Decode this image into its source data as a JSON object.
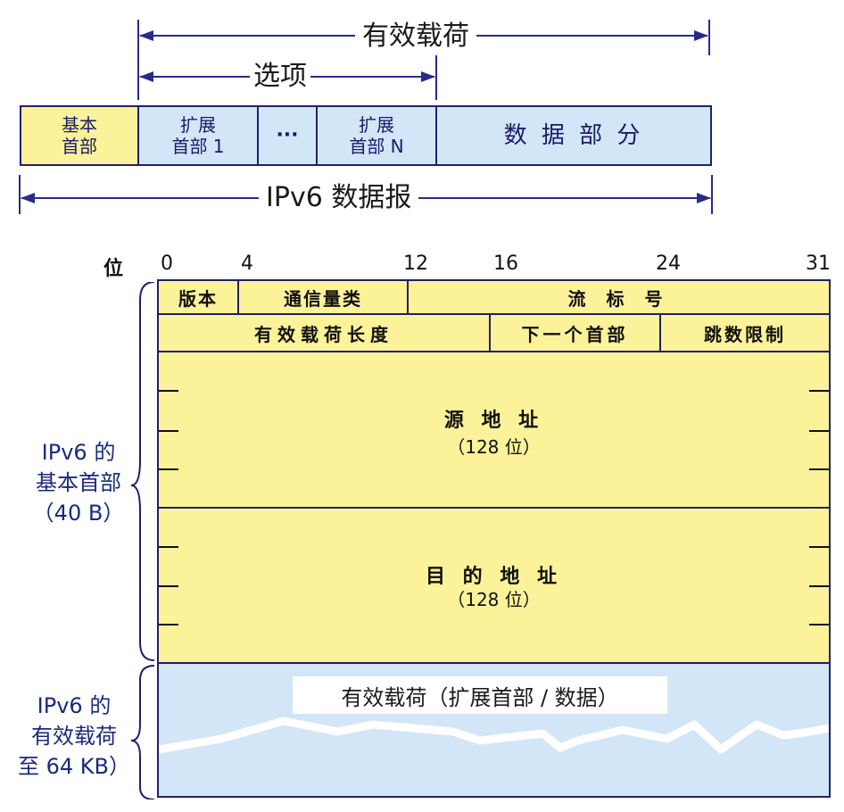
{
  "top_diagram": {
    "payload_label": "有效载荷",
    "options_label": "选项",
    "datagram_label": "IPv6 数据报",
    "cells": {
      "base_header_line1": "基本",
      "base_header_line2": "首部",
      "ext1_line1": "扩展",
      "ext1_line2": "首部 1",
      "ellipsis": "···",
      "extN_line1": "扩展",
      "extN_line2": "首部 N",
      "data_part": "数 据 部 分"
    }
  },
  "header_format": {
    "bit_label": "位",
    "bit_positions": [
      "0",
      "4",
      "12",
      "16",
      "24",
      "31"
    ],
    "row1": {
      "version": "版本",
      "traffic_class": "通信量类",
      "flow_label": "流 标 号"
    },
    "row2": {
      "payload_length": "有效载荷长度",
      "next_header": "下一个首部",
      "hop_limit": "跳数限制"
    },
    "source_address": {
      "label": "源 地 址",
      "bits": "（128 位）"
    },
    "destination_address": {
      "label": "目 的 地 址",
      "bits": "（128 位）"
    },
    "payload_box": "有效载荷（扩展首部 / 数据）"
  },
  "side_labels": {
    "base_header": [
      "IPv6 的",
      "基本首部",
      "（40 B）"
    ],
    "payload": [
      "IPv6 的",
      "有效载荷",
      "至 64 KB）"
    ]
  },
  "colors": {
    "yellow_fill": "#fbf29a",
    "blue_fill": "#d2e6f7",
    "border_navy": "#20206a",
    "arrow_navy": "#2a2a8a"
  }
}
